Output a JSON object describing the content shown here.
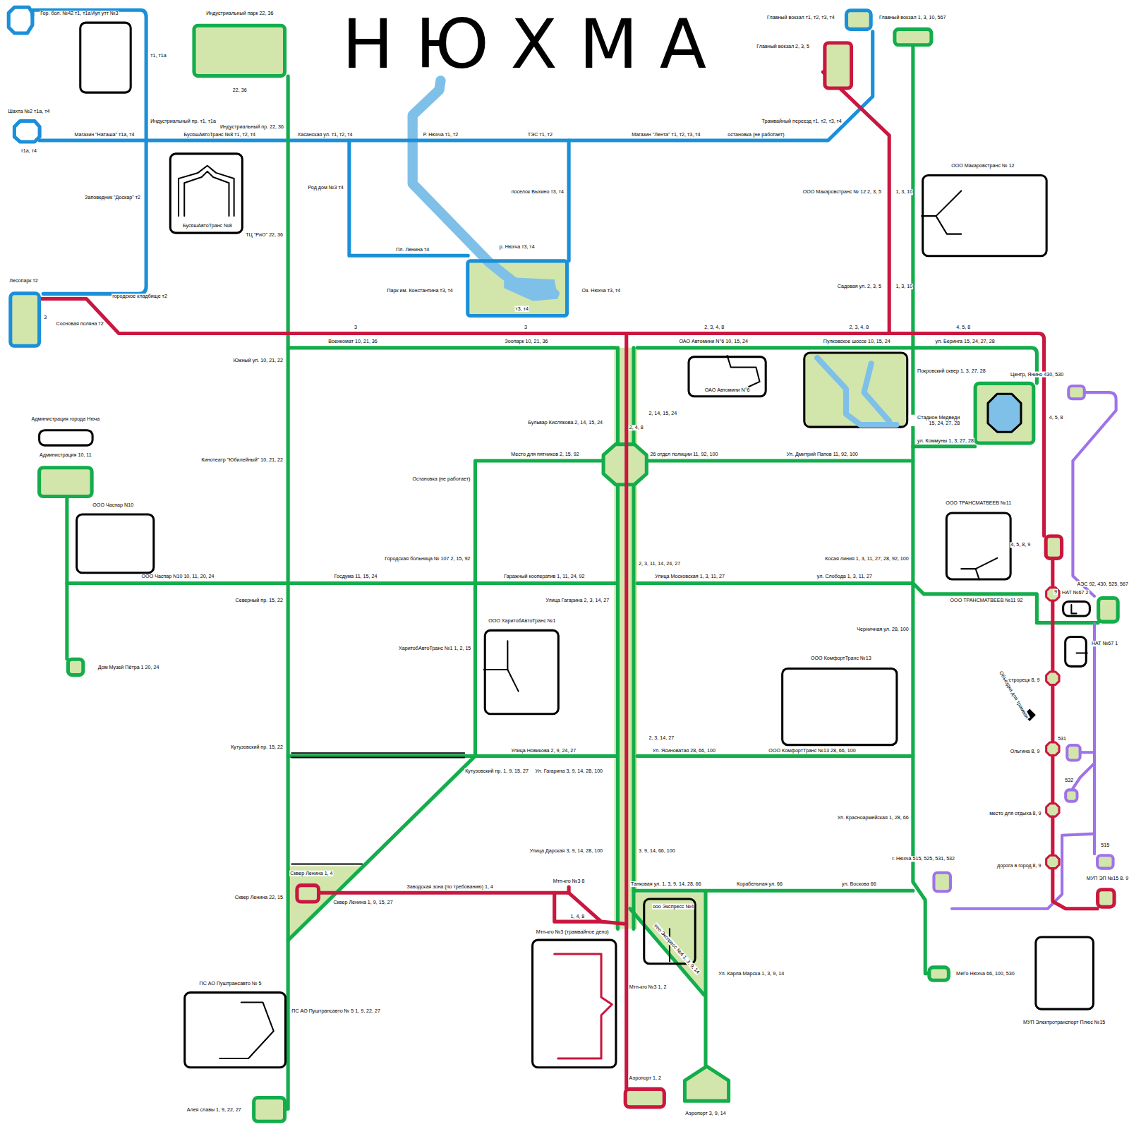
{
  "diagram": {
    "title": "НЮХМА",
    "nodes": [
      {
        "text": [
          "Муп утт №3"
        ]
      },
      {
        "text": [
          "Индустриальный парк 22, 36",
          "22, 36"
        ]
      },
      {
        "text": [
          "БусяшАвтоТранс №8"
        ]
      },
      {
        "text": [
          "Лесопарк т2"
        ]
      },
      {
        "text": [
          "р. Нюхча т3, т4",
          "Парк им. Константина т3, т4",
          "Оз. Нюхча т3, т4",
          "т3, т4"
        ]
      },
      {
        "text": [
          "Главный вокзал т1, т2, т3, т4"
        ]
      },
      {
        "text": [
          "Главный вокзал 1, 3, 10, 567"
        ]
      },
      {
        "text": [
          "Главный вокзал 2, 3, 5"
        ]
      },
      {
        "text": [
          "ООО Макаровстранс № 12"
        ]
      },
      {
        "text": [
          "ОАО Автомини N°6"
        ]
      },
      {
        "text": [
          "Стадион Медведи 15, 24, 27, 28"
        ]
      },
      {
        "text": [
          "Администрация города Нюча"
        ]
      },
      {
        "text": [
          "Администрация 10, 11"
        ]
      },
      {
        "text": [
          "ООО Часпар N10"
        ]
      },
      {
        "text": [
          "ООО ТРАНСМАТВЕЕВ №11"
        ]
      },
      {
        "text": [
          "ООО ХаритобАвтоТранс №1"
        ]
      },
      {
        "text": [
          "ООО КомфортТранс №13"
        ]
      },
      {
        "text": [
          "Дом Музей Пётра 1 20, 24"
        ]
      },
      {
        "text": [
          "Центр, Янино 430, 530"
        ]
      },
      {
        "text": [
          "АЭС 92, 430, 525, 567"
        ]
      },
      {
        "text": [
          "НАТ №67 2"
        ]
      },
      {
        "text": [
          "НАТ №67 1"
        ]
      },
      {
        "text": [
          "Сквер Ленина 1, 4"
        ]
      },
      {
        "text": [
          "Мтп-кго №3 (трамвайное депо)"
        ]
      },
      {
        "text": [
          "ооо Экспресс №4"
        ]
      },
      {
        "text": [
          "ПС АО Пуштрансавто № 5"
        ]
      },
      {
        "text": [
          "МеГо Нюхча 66, 100, 530"
        ]
      },
      {
        "text": [
          "МУП Электротранспорт Плюс №15"
        ]
      },
      {
        "text": [
          "Аэропорт 1, 2"
        ]
      },
      {
        "text": [
          "Аэропорт 3, 9, 14"
        ]
      },
      {
        "text": [
          "Алея славы 1, 9, 22, 27"
        ]
      },
      {
        "text": [
          "МУП ЭП №15 8. 9"
        ]
      },
      {
        "text": [
          "г. Нюхча 515, 525, 531, 532"
        ]
      },
      {
        "text": [
          "515"
        ]
      },
      {
        "text": [
          "531"
        ]
      },
      {
        "text": [
          "532"
        ]
      },
      {
        "text": [
          "4, 5, 8, 9"
        ]
      }
    ],
    "labels": [
      "т1, т1а",
      "Индустриальный пр. т1, т1а",
      "Шахта №2 т1а, т4",
      "т1а, т4",
      "Магазин \"Наташа\" т1а, т4",
      "БусяшАвтоТранс №8 т1, т2, т4",
      "Индустриальный пр. 22, 36",
      "Хасанская ул. т1, т2, т4",
      "Р. Нюхча т1, т2",
      "ТЭС т1, т2",
      "Магазин \"Лента\" т1, т2, т3, т4",
      "остановка (не работает)",
      "Трамвайный переезд т1, т2, т3, т4",
      "Гор. бол. №42 т1, т1а",
      "Заповедник \"Доскар\" т2",
      "городское кладбище т2",
      "3",
      "Сосновая поляна т2",
      "Род дом №3 т4",
      "поселок Выхино т3, т4",
      "Пл. Ленина т4",
      "ТЦ \"РиО\" 22, 36",
      "ООО Макаровстранс № 12 2, 3, 5",
      "1, 3, 10",
      "Садовая ул. 2, 3, 5",
      "1, 3, 10",
      "3",
      "3",
      "2, 3, 4, 8",
      "2, 3, 4, 8",
      "4, 5, 8",
      "Военкомат 10, 21, 36",
      "Зоопарк 10, 21, 36",
      "ОАО Автомини N°6 10, 15, 24",
      "Пулковское шоссе 10, 15, 24",
      "ул. Беринга 15, 24, 27, 28",
      "Южный ул. 10, 21, 22",
      "Покровский сквер 1, 3, 27, 28",
      "4, 5, 8",
      "2, 14, 15, 24",
      "Бульвар Кислякова 2, 14, 15, 24",
      "2, 4, 8",
      "Кинотеатр \"Юбилейный\" 10, 21, 22",
      "Место для пятников 2, 15, 92",
      "26 отдел полиции 11, 92, 100",
      "Ул. Дмитрий Папов 11, 92, 100",
      "ул. Коммуны 1, 3, 27, 28",
      "Остановка (не работает)",
      "Городская больница № 107 2, 15, 92",
      "2, 3, 11, 14, 24, 27",
      "Косая линия 1, 3, 11, 27, 28, 92, 100",
      "ООО Часпар N10 10, 11, 20, 24",
      "Госдума 11, 15, 24",
      "Гаражный кооператив 1, 11, 24, 92",
      "Улица Московская 1, 3, 11, 27",
      "ул. Слобода 1, 3, 11, 27",
      "9",
      "ООО ТРАНСМАТВЕЕВ №11 92",
      "Северный пр. 15, 22",
      "Улица Гагарина 2, 3, 14, 27",
      "ХаритобАвтоТранс №1 1, 2, 15",
      "Черничная ул. 28, 100",
      "Сестрорецк 8, 9",
      "Объездка для трамвая",
      "2, 3, 14, 27",
      "Кутузовский пр. 15, 22",
      "Улица Новикова 2, 9, 24, 27",
      "Ул. Ясиноватая 28, 66, 100",
      "ООО КомфортТранс №13 28, 66, 100",
      "Ольгина 8, 9",
      "Кутузовский пр. 1, 9, 15, 27",
      "Ул. Гагарина 3, 9, 14, 28, 100",
      "Ул. Красноармейская 1, 28, 66",
      "место для отдыха 8, 9",
      "Улица Дарская 3, 9, 14, 28, 100",
      "3. 9, 14, 66, 100",
      "дорога в город 8, 9",
      "Сквер Ленина 22, 15",
      "Заводская зона (по требованию) 1, 4",
      "Мтп-кго №3 8",
      "Танковая ул. 1, 3, 9, 14, 28, 66",
      "Корабельная ул. 66",
      "ул. Воскова 66",
      "Сквер Ленина 1, 9, 15, 27",
      "1, 4, 8",
      "ооо Экспресс №4 1, 3, 9, 14",
      "Ул. Карла Марска 1, 3, 9, 14",
      "Мтп-кго №3 1, 2",
      "ПС АО Пуштрансавто № 5 1, 9, 22, 27"
    ]
  }
}
